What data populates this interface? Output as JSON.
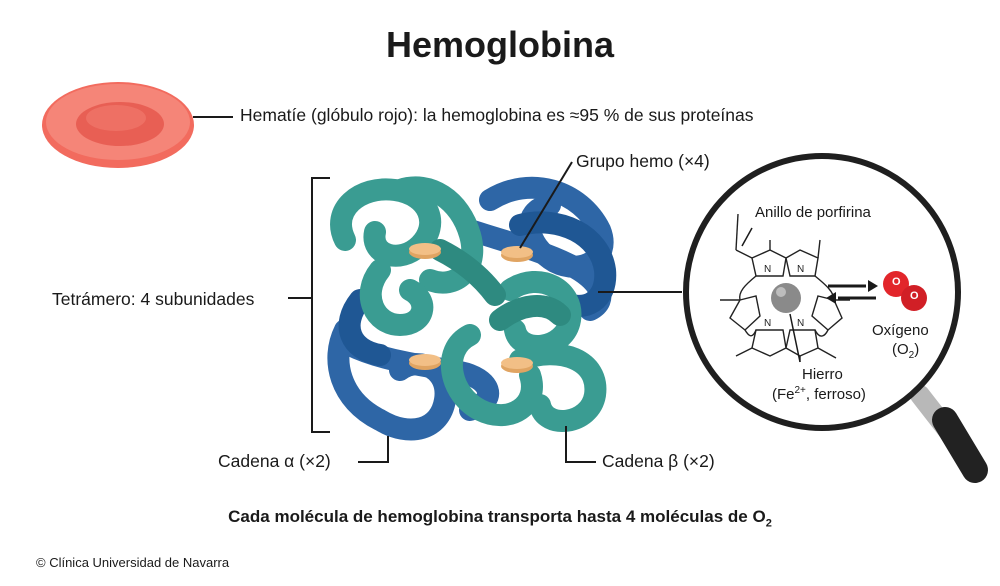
{
  "title": "Hemoglobina",
  "labels": {
    "rbc": "Hematíe (glóbulo rojo): la hemoglobina es ≈95 % de sus proteínas",
    "heme": "Grupo hemo (×4)",
    "tetramer": "Tetrámero: 4 subunidades",
    "alpha": "Cadena α (×2)",
    "beta": "Cadena β (×2)",
    "porphyrin": "Anillo de porfirina",
    "iron_1": "Hierro",
    "iron_2_prefix": "(Fe",
    "iron_2_sup": "2+",
    "iron_2_suffix": ", ferroso)",
    "oxygen_1": "Oxígeno",
    "oxygen_2_prefix": "(O",
    "oxygen_2_sub": "2",
    "oxygen_2_suffix": ")",
    "o2_atom": "O"
  },
  "footer": {
    "text": "Cada molécula de hemoglobina transporta hasta 4 moléculas de O",
    "sub": "2"
  },
  "copyright": "© Clínica Universidad de Navarra",
  "colors": {
    "rbc": "#f47c70",
    "alpha_chain": "#2e66a6",
    "beta_chain": "#3a9c92",
    "heme_disc": "#f0b87a",
    "oxygen": "#e2262b",
    "iron": "#8a8a8a"
  },
  "icons": [
    "red-blood-cell-icon",
    "magnifying-glass-icon",
    "equilibrium-arrows-icon",
    "oxygen-molecule-icon"
  ]
}
